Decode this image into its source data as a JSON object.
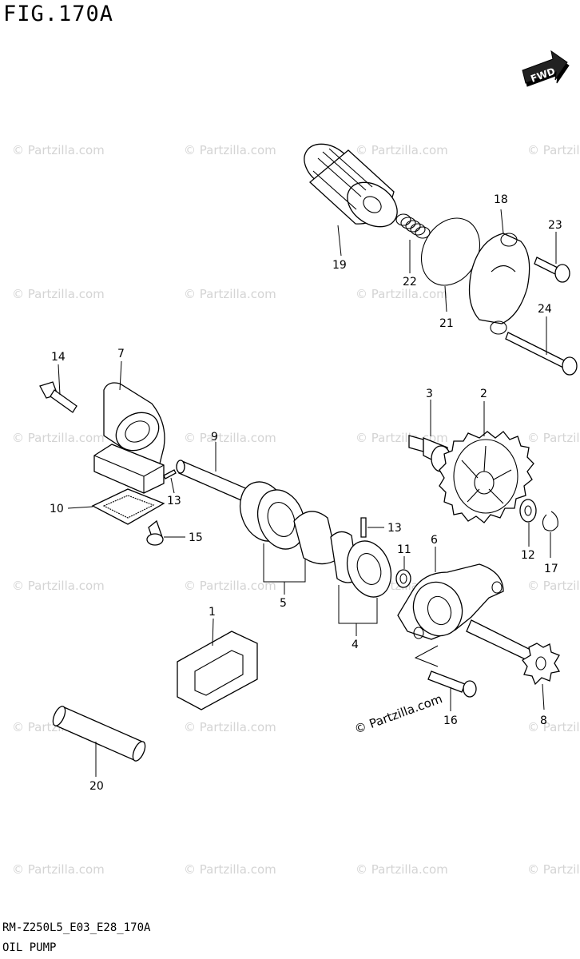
{
  "figure": {
    "title": "FIG.170A"
  },
  "fwd_arrow": {
    "label": "FWD"
  },
  "footer": {
    "code": "RM-Z250L5_E03_E28_170A",
    "name": "OIL PUMP"
  },
  "watermark": {
    "text": "© Partzilla.com"
  },
  "brand": {
    "text": "© Partzilla.com"
  },
  "callouts": {
    "c1": "1",
    "c2": "2",
    "c3": "3",
    "c4": "4",
    "c5": "5",
    "c6": "6",
    "c7": "7",
    "c8": "8",
    "c9": "9",
    "c10": "10",
    "c11": "11",
    "c12": "12",
    "c13a": "13",
    "c13b": "13",
    "c14": "14",
    "c15": "15",
    "c16": "16",
    "c17": "17",
    "c18": "18",
    "c19": "19",
    "c20": "20",
    "c21": "21",
    "c22": "22",
    "c23": "23",
    "c24": "24"
  }
}
